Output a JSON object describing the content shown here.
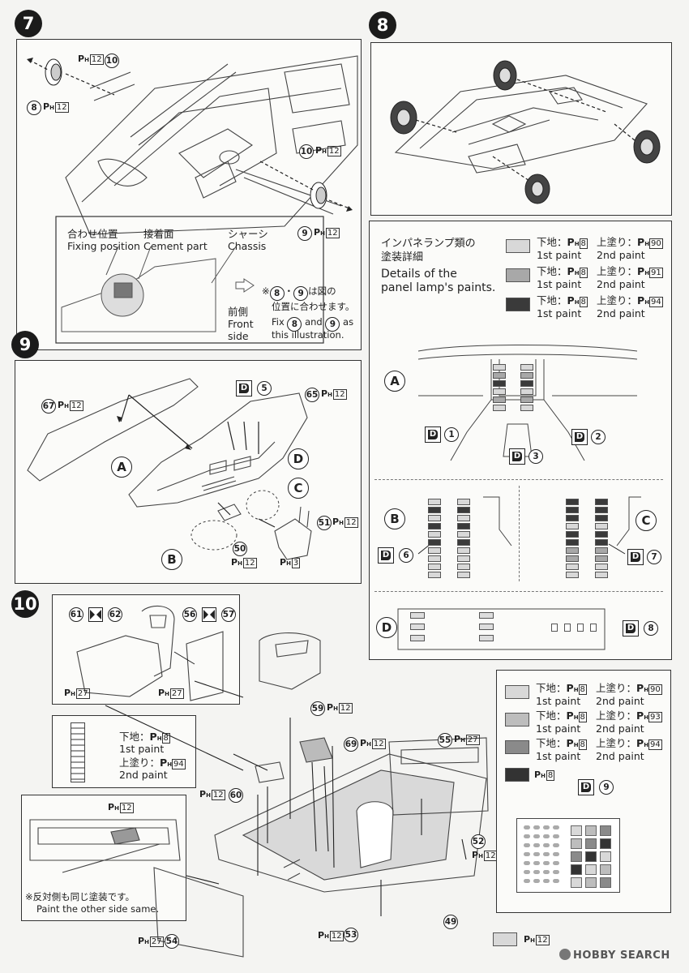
{
  "steps": [
    "7",
    "8",
    "9",
    "10"
  ],
  "paint": {
    "ph": "P",
    "ph_sub": "H",
    "codes": [
      "12",
      "8",
      "90",
      "91",
      "94",
      "93",
      "27",
      "3"
    ]
  },
  "step7": {
    "parts": [
      "10",
      "8",
      "10",
      "9"
    ],
    "ph_codes": [
      "12",
      "12",
      "12",
      "12"
    ],
    "fixing_jp": "合わせ位置",
    "fixing_en": "Fixing position",
    "cement_jp": "接着面",
    "cement_en": "Cement part",
    "chassis_jp": "シャーシ",
    "chassis_en": "Chassis",
    "front_jp": "前側",
    "front_en1": "Front",
    "front_en2": "side",
    "note_jp1": "※",
    "note_nums": [
      "8",
      "9"
    ],
    "note_dot": "・",
    "note_jp_a": "は図の",
    "note_jp2": "位置に合わせます。",
    "note_en1": "Fix",
    "note_en_and": "and",
    "note_en_as": "as",
    "note_en2": "this illustration."
  },
  "panel": {
    "title_jp1": "インパネランプ類の",
    "title_jp2": "塗装詳細",
    "title_en1": "Details of the",
    "title_en2": "panel lamp's paints.",
    "rows": [
      {
        "base_label": "下地：",
        "base_code": "8",
        "top_label": "上塗り：",
        "top_code": "90",
        "first": "1st paint",
        "second": "2nd paint",
        "color": "#d8d8d8"
      },
      {
        "base_label": "下地：",
        "base_code": "8",
        "top_label": "上塗り：",
        "top_code": "91",
        "first": "1st paint",
        "second": "2nd paint",
        "color": "#a8a8a8"
      },
      {
        "base_label": "下地：",
        "base_code": "8",
        "top_label": "上塗り：",
        "top_code": "94",
        "first": "1st paint",
        "second": "2nd paint",
        "color": "#3a3a3a"
      }
    ],
    "letters": [
      "A",
      "B",
      "C",
      "D"
    ],
    "decals": [
      "1",
      "2",
      "3",
      "6",
      "7",
      "8"
    ]
  },
  "step9": {
    "parts": [
      "67",
      "5",
      "65",
      "51",
      "50"
    ],
    "ph_codes": [
      "12",
      "12",
      "12",
      "12",
      "3"
    ],
    "letters": [
      "A",
      "B",
      "C",
      "D"
    ]
  },
  "step10": {
    "parts": [
      "61",
      "62",
      "56",
      "57",
      "59",
      "69",
      "55",
      "60",
      "52",
      "54",
      "53",
      "49"
    ],
    "ph_codes": [
      "27",
      "27",
      "12",
      "12",
      "27",
      "12",
      "12",
      "12",
      "27",
      "12",
      "12",
      "12"
    ],
    "base_label": "下地：",
    "base_code": "8",
    "first": "1st paint",
    "top_label": "上塗り：",
    "top_code": "94",
    "second": "2nd paint",
    "note_jp": "※反対側も同じ塗装です。",
    "note_en": "Paint the other side same.",
    "rows": [
      {
        "base_label": "下地：",
        "base_code": "8",
        "top_label": "上塗り：",
        "top_code": "90",
        "first": "1st paint",
        "second": "2nd paint",
        "color": "#d8d8d8"
      },
      {
        "base_label": "下地：",
        "base_code": "8",
        "top_label": "上塗り：",
        "top_code": "93",
        "first": "1st paint",
        "second": "2nd paint",
        "color": "#bdbdbd"
      },
      {
        "base_label": "下地：",
        "base_code": "8",
        "top_label": "上塗り：",
        "top_code": "94",
        "first": "1st paint",
        "second": "2nd paint",
        "color": "#8a8a8a"
      }
    ],
    "black_code": "8",
    "decal": "9",
    "legend_code": "12"
  },
  "watermark": {
    "brand": "HOBBY",
    "brand2": "SEARCH"
  }
}
